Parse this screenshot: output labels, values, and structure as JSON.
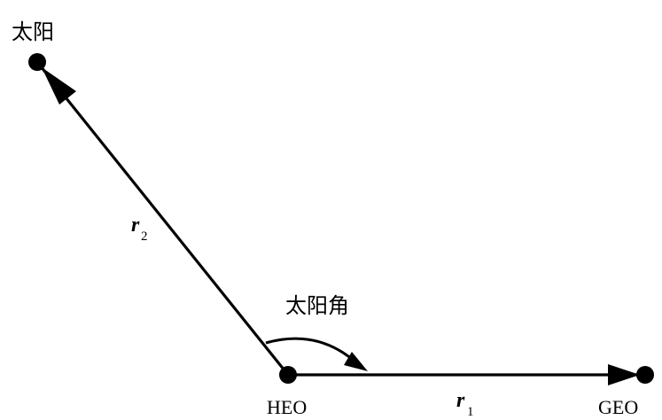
{
  "nodes": {
    "sun": {
      "label": "太阳"
    },
    "heo": {
      "label": "HEO"
    },
    "geo": {
      "label": "GEO"
    }
  },
  "vectors": {
    "r1": {
      "symbol": "r",
      "subscript": "1"
    },
    "r2": {
      "symbol": "r",
      "subscript": "2"
    }
  },
  "angle": {
    "label": "太阳角"
  },
  "colors": {
    "stroke": "#000000",
    "background": "#ffffff"
  }
}
